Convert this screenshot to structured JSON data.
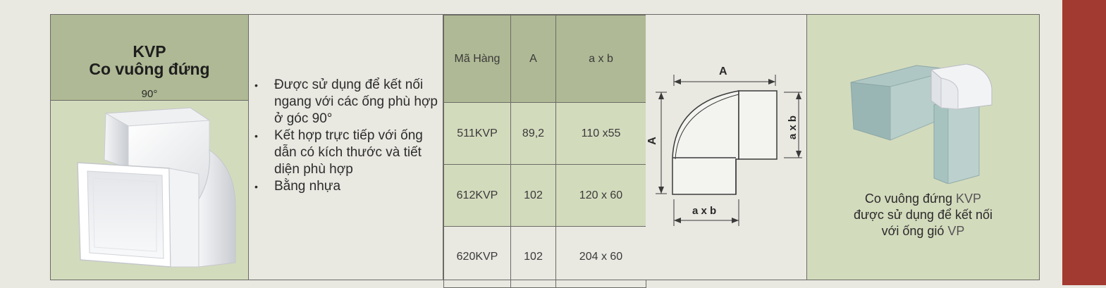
{
  "product": {
    "code": "KVP",
    "name": "Co vuông đứng",
    "angle": "90°"
  },
  "description": {
    "bullets": [
      "Được sử dụng để kết nối ngang với các ống phù hợp ở góc 90°",
      "Kết hợp trực tiếp với ống dẫn có kích thước và tiết diện phù hợp",
      "Bằng nhựa"
    ]
  },
  "spec_table": {
    "headers": [
      "Mã Hàng",
      "A",
      "a x b"
    ],
    "rows": [
      [
        "511KVP",
        "89,2",
        "110 x55"
      ],
      [
        "612KVP",
        "102",
        "120 x 60"
      ],
      [
        "620KVP",
        "102",
        "204 x 60"
      ]
    ]
  },
  "diagram": {
    "label_top": "A",
    "label_left": "A",
    "label_right": "a x b",
    "label_bottom": "a x b"
  },
  "usage": {
    "line1_prefix": "Co vuông đứng ",
    "line1_code": "KVP",
    "line2": "được sử dụng để kết nối",
    "line3_prefix": "với ống gió  ",
    "line3_code": "VP"
  },
  "colors": {
    "header_green": "#afb995",
    "light_green": "#d3dbbd",
    "background": "#e9e8e1",
    "sidebar_red": "#a23a32"
  }
}
